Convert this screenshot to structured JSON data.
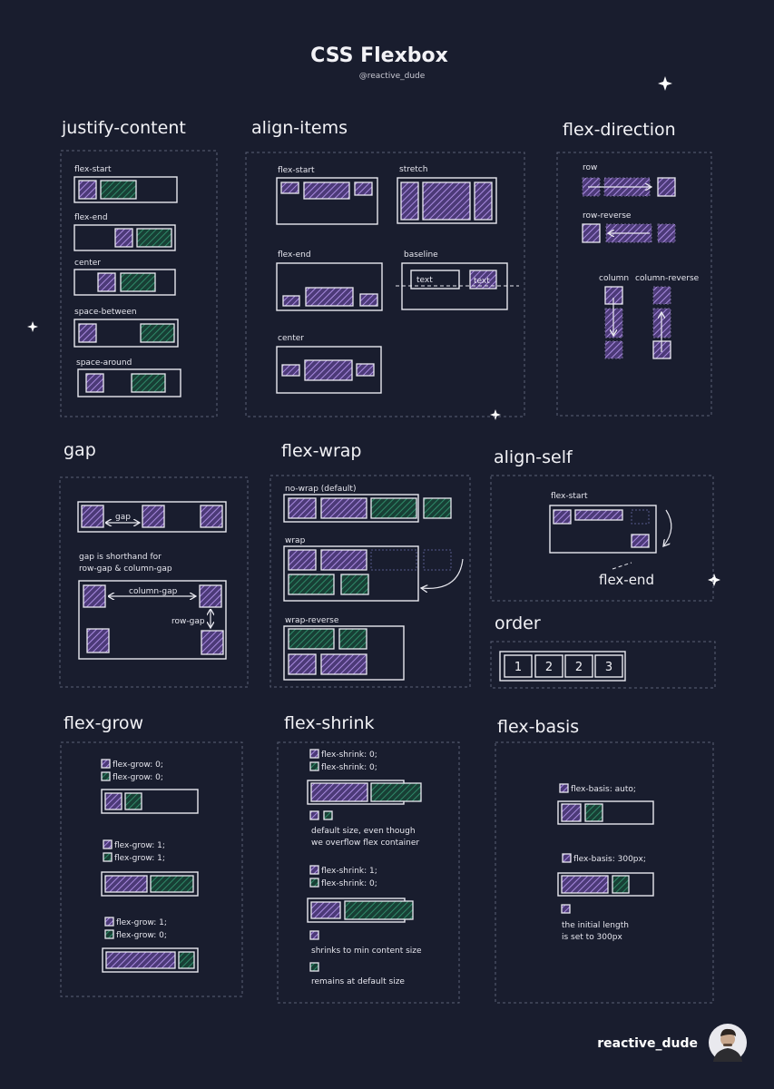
{
  "header": {
    "title": "CSS Flexbox",
    "subtitle": "@reactive_dude"
  },
  "justify_content": {
    "heading": "justify-content",
    "labels": [
      "flex-start",
      "flex-end",
      "center",
      "space-between",
      "space-around"
    ]
  },
  "align_items": {
    "heading": "align-items",
    "labels": [
      "flex-start",
      "stretch",
      "flex-end",
      "baseline",
      "center"
    ],
    "baseline_text": "text"
  },
  "flex_direction": {
    "heading": "flex-direction",
    "labels": [
      "row",
      "row-reverse",
      "column",
      "column-reverse"
    ]
  },
  "gap": {
    "heading": "gap",
    "gap_label": "gap",
    "note_line1": "gap is shorthand for",
    "note_line2": "row-gap & column-gap",
    "column_gap": "column-gap",
    "row_gap": "row-gap"
  },
  "flex_wrap": {
    "heading": "flex-wrap",
    "labels": [
      "no-wrap (default)",
      "wrap",
      "wrap-reverse"
    ]
  },
  "align_self": {
    "heading": "align-self",
    "start": "flex-start",
    "end": "flex-end"
  },
  "order": {
    "heading": "order",
    "items": [
      "1",
      "2",
      "2",
      "3"
    ]
  },
  "flex_grow": {
    "heading": "flex-grow",
    "rules": [
      "flex-grow: 0;",
      "flex-grow: 0;",
      "flex-grow: 1;",
      "flex-grow: 1;",
      "flex-grow: 1;",
      "flex-grow: 0;"
    ]
  },
  "flex_shrink": {
    "heading": "flex-shrink",
    "rules": [
      "flex-shrink: 0;",
      "flex-shrink: 0;",
      "flex-shrink: 1;",
      "flex-shrink: 0;"
    ],
    "note1_line1": "default size, even though",
    "note1_line2": "we overflow flex container",
    "note2": "shrinks to min content size",
    "note3": "remains at default size"
  },
  "flex_basis": {
    "heading": "flex-basis",
    "rules": [
      "flex-basis: auto;",
      "flex-basis: 300px;"
    ],
    "note_line1": "the initial length",
    "note_line2": "is set to 300px"
  },
  "footer": {
    "author": "reactive_dude",
    "avatar_icon": "avatar-portrait-icon"
  },
  "colors": {
    "background": "#191d2e",
    "purple": "#9b7fd6",
    "green": "#2f7d62",
    "stroke": "#e8e8ef"
  }
}
